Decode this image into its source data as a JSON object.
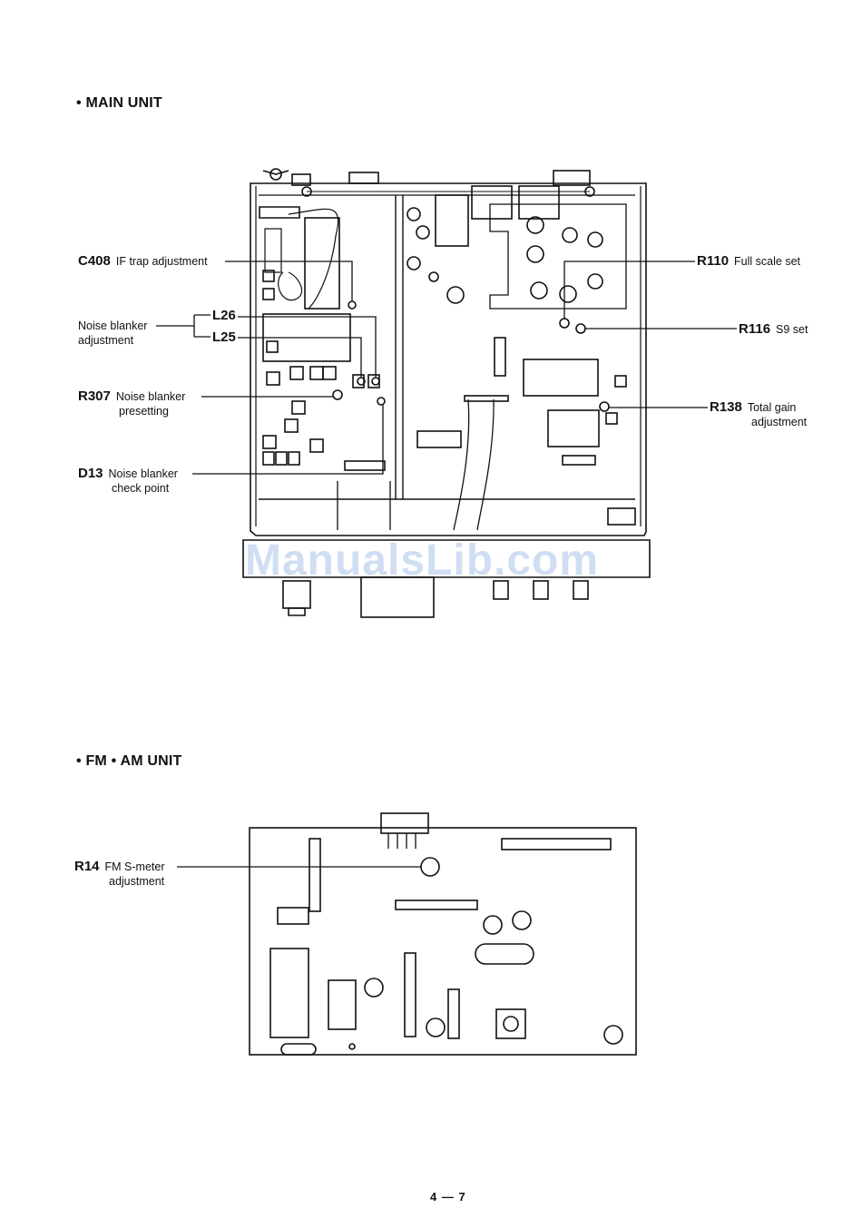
{
  "main_unit": {
    "title": "• MAIN UNIT",
    "callouts": {
      "c408": {
        "ref": "C408",
        "desc": "IF trap adjustment"
      },
      "noise_blanker_adj": {
        "line1": "Noise blanker",
        "line2": "adjustment"
      },
      "l26": {
        "ref": "L26"
      },
      "l25": {
        "ref": "L25"
      },
      "r307": {
        "ref": "R307",
        "line1": "Noise blanker",
        "line2": "presetting"
      },
      "d13": {
        "ref": "D13",
        "line1": "Noise blanker",
        "line2": "check point"
      },
      "r110": {
        "ref": "R110",
        "desc": "Full scale set"
      },
      "r116": {
        "ref": "R116",
        "desc": "S9 set"
      },
      "r138": {
        "ref": "R138",
        "line1": "Total gain",
        "line2": "adjustment"
      }
    }
  },
  "fm_am_unit": {
    "title": "• FM • AM UNIT",
    "callouts": {
      "r14": {
        "ref": "R14",
        "line1": "FM S-meter",
        "line2": "adjustment"
      }
    }
  },
  "watermark": "ManualsLib.com",
  "page_number": "4 — 7"
}
